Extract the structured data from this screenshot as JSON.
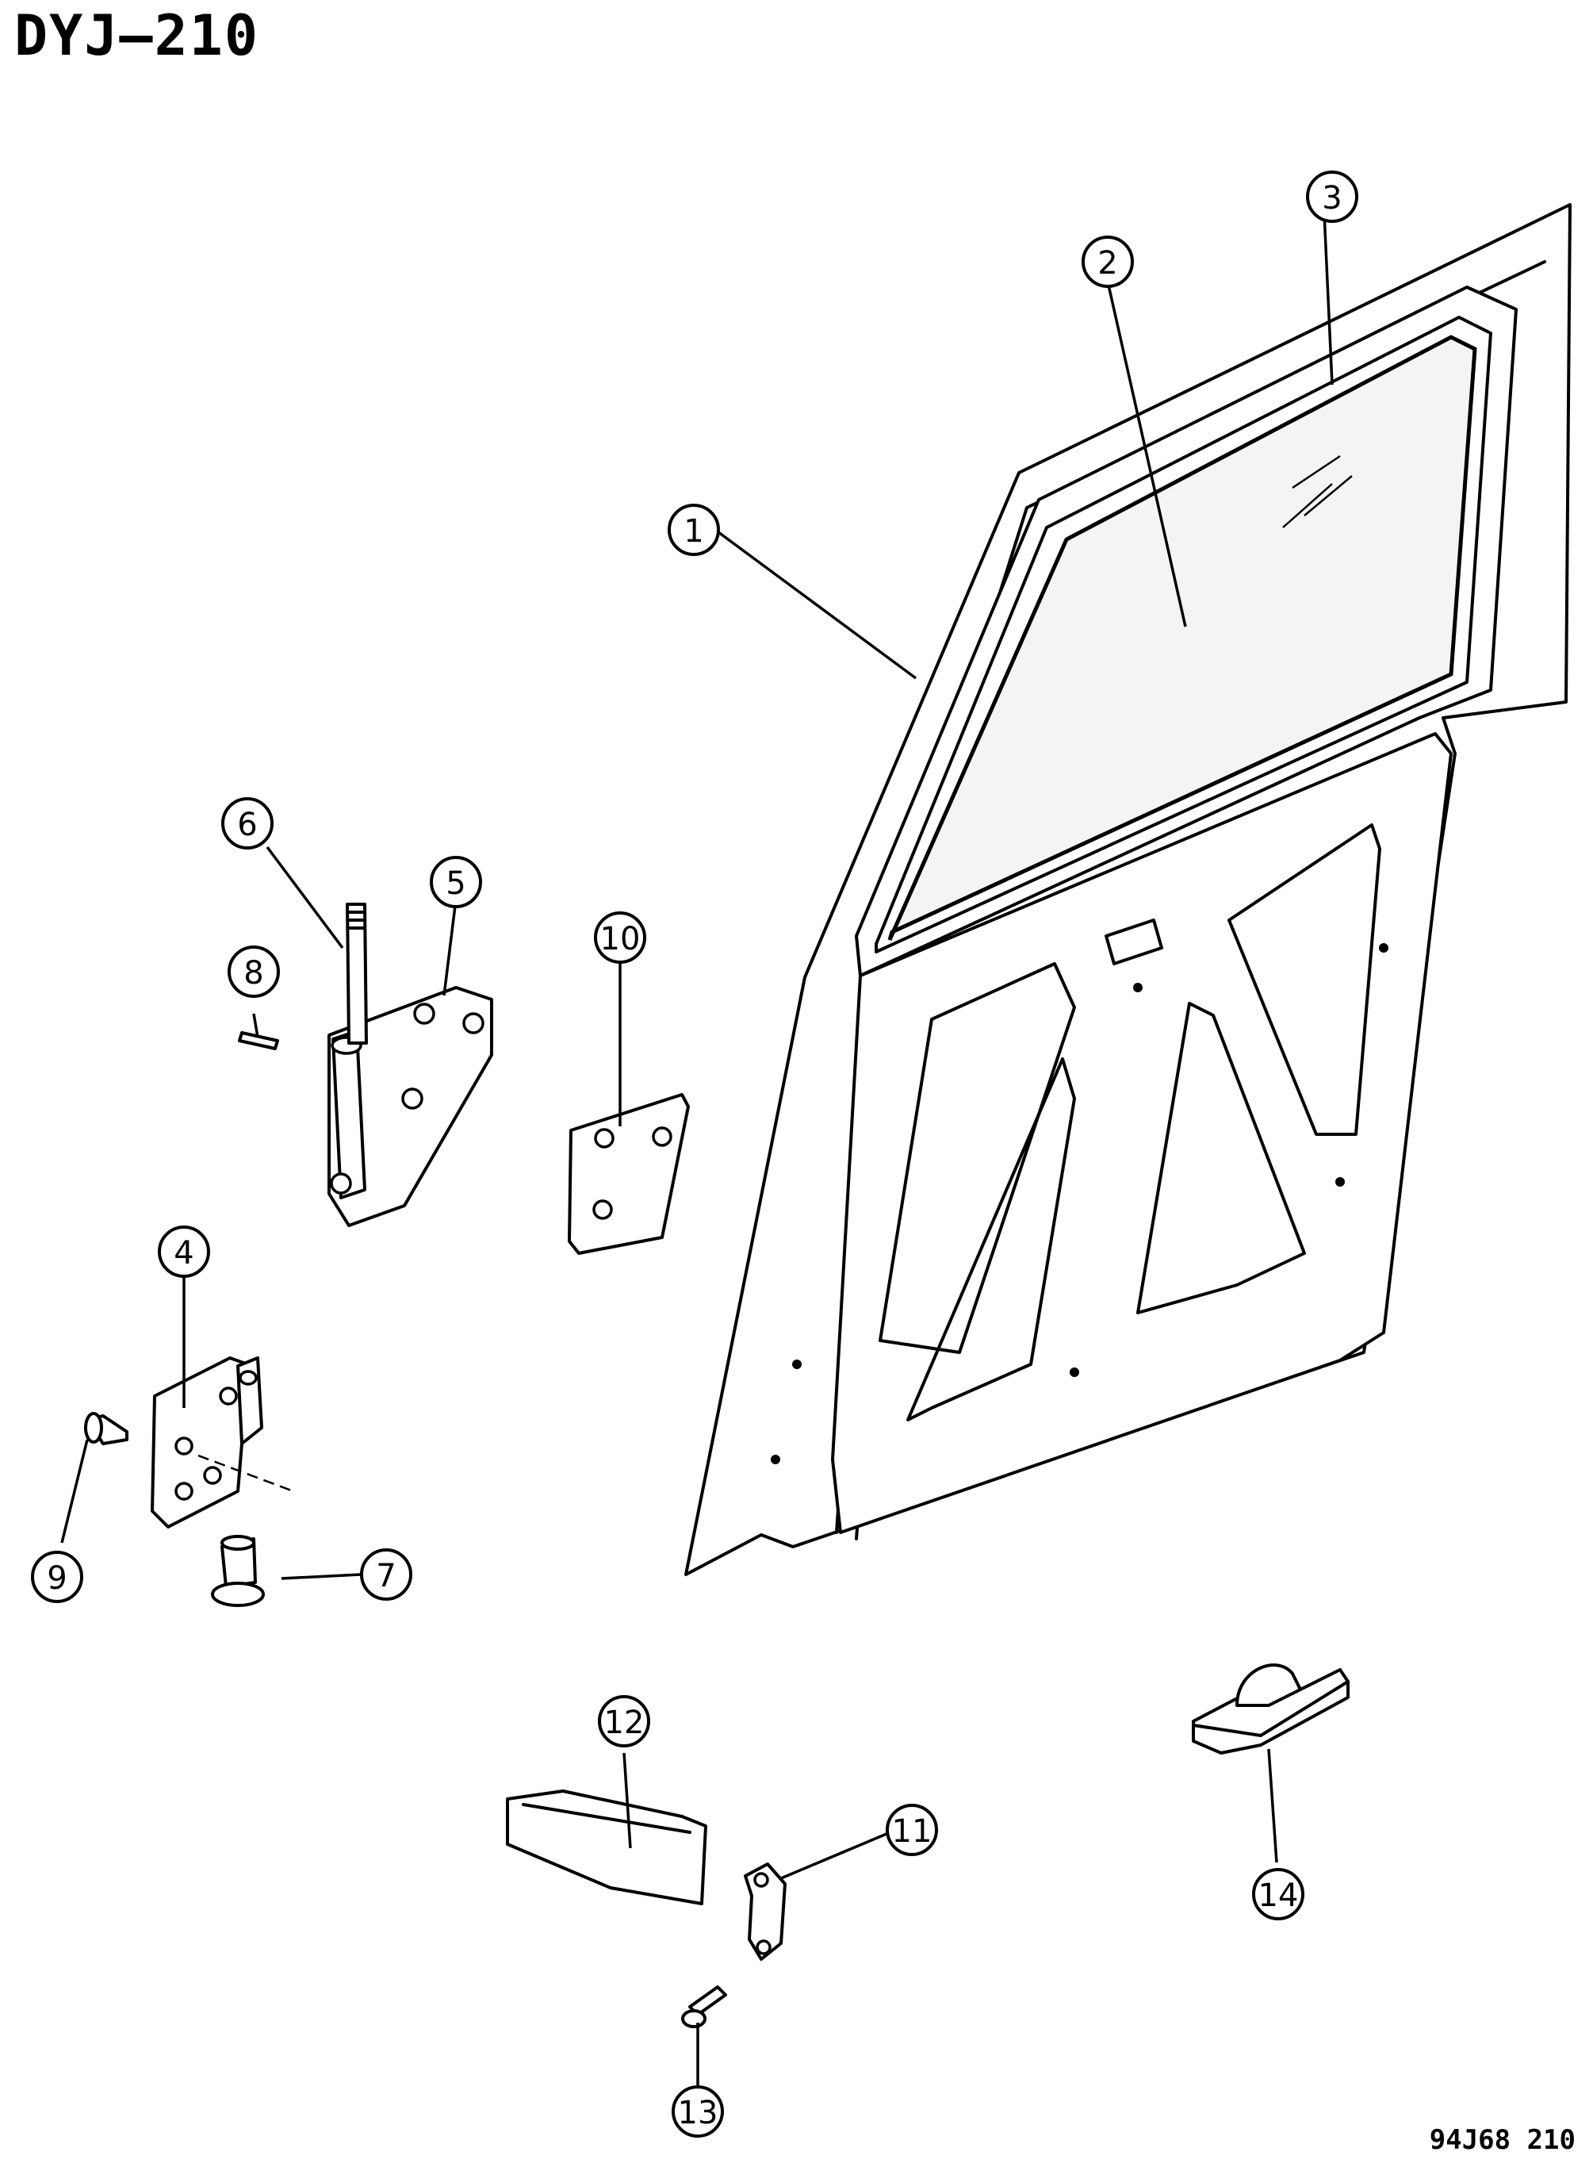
{
  "title": "DYJ–210",
  "drawing_code": "94J68 210",
  "callouts": [
    "1",
    "2",
    "3",
    "4",
    "5",
    "6",
    "7",
    "8",
    "9",
    "10",
    "11",
    "12",
    "13",
    "14"
  ]
}
